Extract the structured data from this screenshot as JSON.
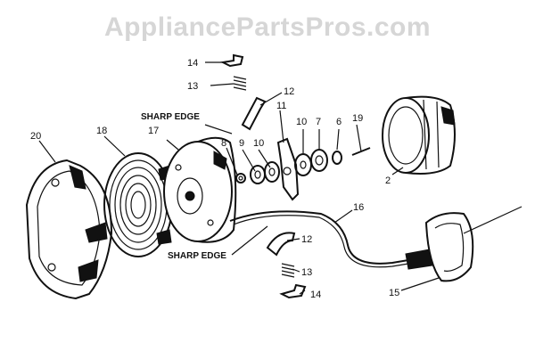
{
  "watermark": "AppliancePartsPros.com",
  "captions": {
    "sharp_edge_top": "SHARP EDGE",
    "sharp_edge_bottom": "SHARP EDGE"
  },
  "callouts": {
    "c2": "2",
    "c6": "6",
    "c7": "7",
    "c8": "8",
    "c9": "9",
    "c10a": "10",
    "c10b": "10",
    "c11": "11",
    "c12a": "12",
    "c12b": "12",
    "c13a": "13",
    "c13b": "13",
    "c14a": "14",
    "c14b": "14",
    "c15": "15",
    "c16": "16",
    "c17": "17",
    "c18": "18",
    "c19": "19",
    "c20": "20"
  }
}
